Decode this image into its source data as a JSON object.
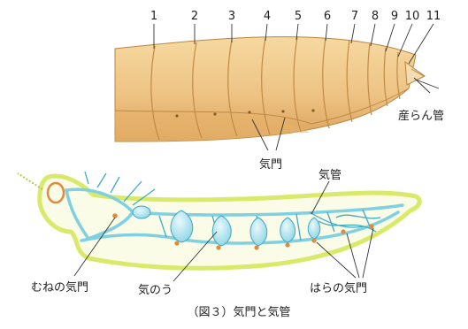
{
  "segment_numbers": [
    "1",
    "2",
    "3",
    "4",
    "5",
    "6",
    "7",
    "8",
    "9",
    "10",
    "11"
  ],
  "labels": {
    "ovipositor": "産らん管",
    "spiracle": "気門",
    "trachea": "気管",
    "thoracic_spiracle": "むねの気門",
    "air_sac": "気のう",
    "abdominal_spiracle": "はらの気門"
  },
  "caption": "（図３）気門と気管",
  "colors": {
    "abdomen_fill": "#f0c98a",
    "abdomen_shade": "#d9a25a",
    "abdomen_edge": "#b98440",
    "body_outline": "#d9ea6a",
    "body_fill": "#fbfce8",
    "trachea": "#7fd0e0",
    "trachea_dark": "#3fa9c4",
    "spiracle_dot": "#e08a3c"
  }
}
